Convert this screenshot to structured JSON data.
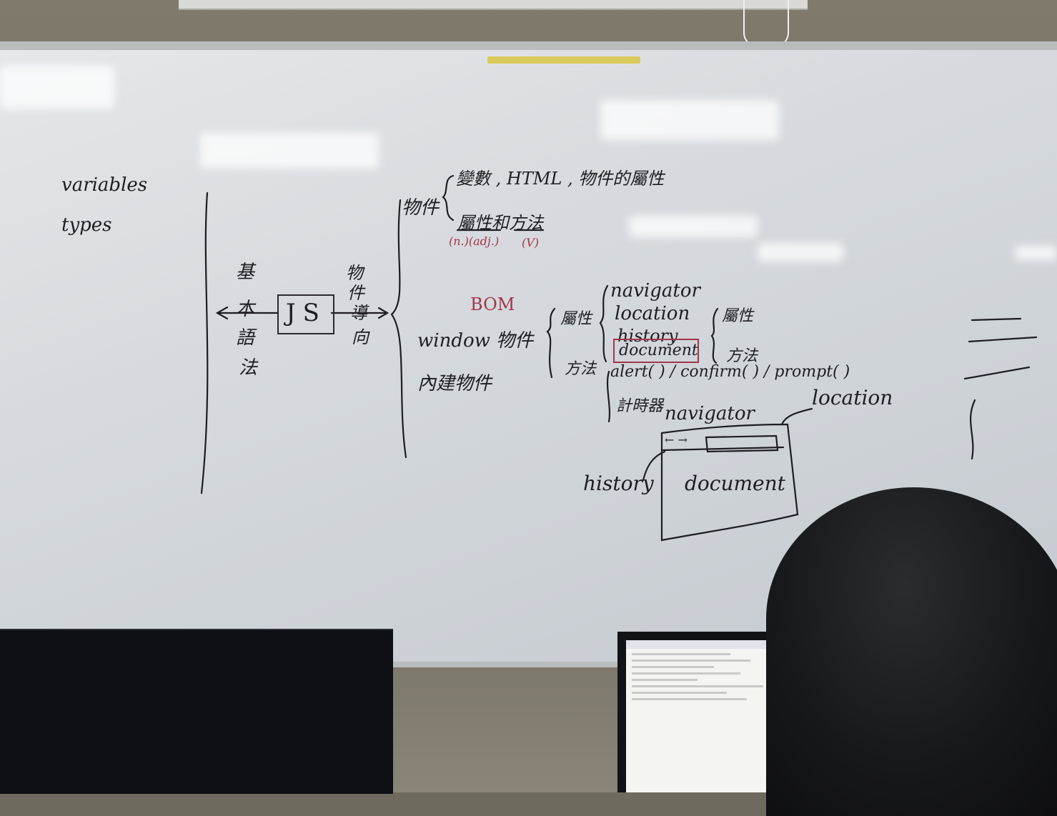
{
  "board": {
    "left_terms": [
      "variables",
      "types"
    ],
    "center": "JS",
    "vertical_labels": {
      "basic_syntax": [
        "基",
        "本",
        "語",
        "法"
      ],
      "object_guide": [
        "物",
        "件",
        "導",
        "向"
      ]
    },
    "object_branch": {
      "label": "物件",
      "line1": "變數 , HTML , 物件的屬性",
      "line2": "屬性和方法",
      "note_noun_adj": "(n.)(adj.)",
      "note_verb": "(V)"
    },
    "bom": {
      "tag": "BOM",
      "window": "window 物件",
      "builtin": "內建物件",
      "props_label": "屬性",
      "methods_label": "方法",
      "props": [
        "navigator",
        "location",
        "history",
        "document"
      ],
      "sub_props": "屬性",
      "sub_methods": "方法",
      "methods": "alert( ) / confirm( ) / prompt( )",
      "timer": "計時器"
    },
    "browser_sketch": {
      "navigator": "navigator",
      "location": "location",
      "history": "history",
      "nav_arrows": "← →",
      "document": "document"
    }
  },
  "colors": {
    "ink": "#1d1d22",
    "red_ink": "#a3364a",
    "board": "#d7dbdf"
  }
}
